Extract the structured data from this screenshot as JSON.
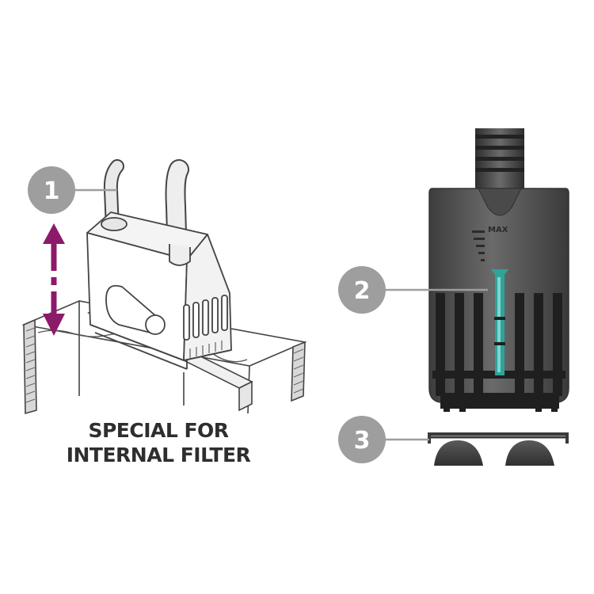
{
  "caption": {
    "line1": "SPECIAL FOR",
    "line2": "INTERNAL FILTER"
  },
  "callouts": [
    {
      "number": "1"
    },
    {
      "number": "2"
    },
    {
      "number": "3"
    }
  ],
  "flow_gauge": {
    "label": "MAX"
  },
  "colors": {
    "badge": "#9e9e9e",
    "arrow": "#8c1a6a",
    "pump_body": "#555555",
    "indicator": "#2fa39a",
    "outline": "#444444"
  }
}
